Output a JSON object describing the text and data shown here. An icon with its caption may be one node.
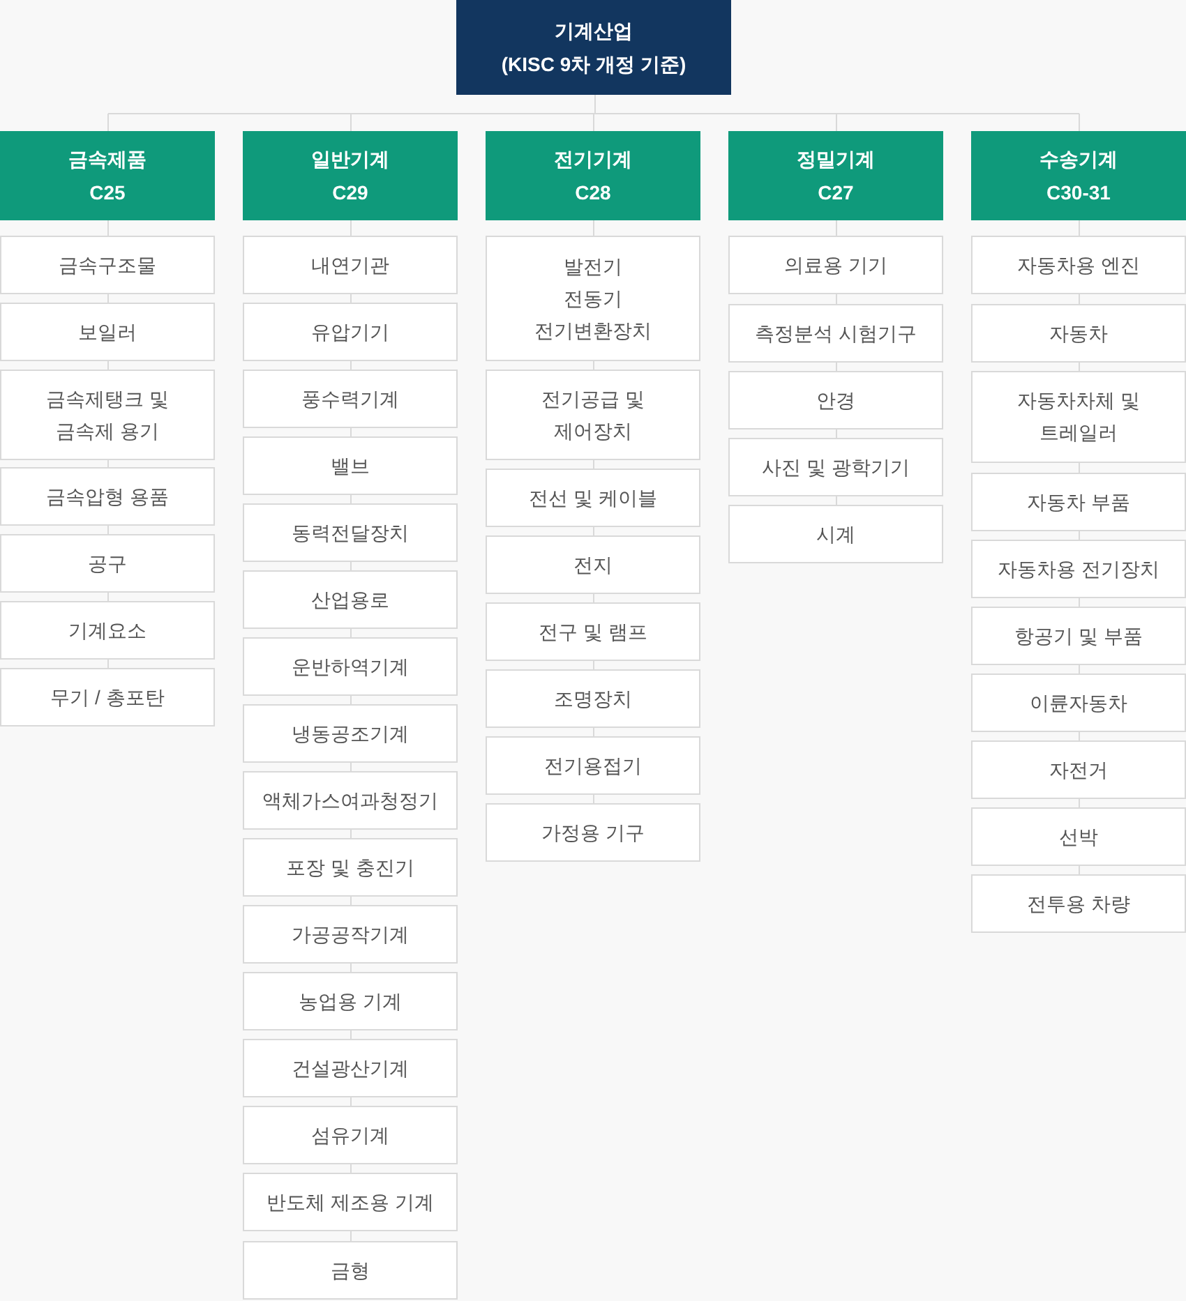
{
  "diagram": {
    "nodes": [
      {
        "text": [
          "기계산업",
          "(KISC 9차 개정 기준)"
        ]
      },
      {
        "text": [
          "금속제품",
          "C25"
        ]
      },
      {
        "text": [
          "금속구조물"
        ]
      },
      {
        "text": [
          "보일러"
        ]
      },
      {
        "text": [
          "금속제탱크 및 금속제 용기"
        ]
      },
      {
        "text": [
          "금속압형 용품"
        ]
      },
      {
        "text": [
          "공구"
        ]
      },
      {
        "text": [
          "기계요소"
        ]
      },
      {
        "text": [
          "무기 / 총포탄"
        ]
      },
      {
        "text": [
          "일반기계",
          "C29"
        ]
      },
      {
        "text": [
          "내연기관"
        ]
      },
      {
        "text": [
          "유압기기"
        ]
      },
      {
        "text": [
          "풍수력기계"
        ]
      },
      {
        "text": [
          "밸브"
        ]
      },
      {
        "text": [
          "동력전달장치"
        ]
      },
      {
        "text": [
          "산업용로"
        ]
      },
      {
        "text": [
          "운반하역기계"
        ]
      },
      {
        "text": [
          "냉동공조기계"
        ]
      },
      {
        "text": [
          "액체가스여과청정기"
        ]
      },
      {
        "text": [
          "포장 및 충진기"
        ]
      },
      {
        "text": [
          "가공공작기계"
        ]
      },
      {
        "text": [
          "농업용 기계"
        ]
      },
      {
        "text": [
          "건설광산기계"
        ]
      },
      {
        "text": [
          "섬유기계"
        ]
      },
      {
        "text": [
          "반도체 제조용 기계"
        ]
      },
      {
        "text": [
          "금형"
        ]
      },
      {
        "text": [
          "전기기계",
          "C28"
        ]
      },
      {
        "text": [
          "발전기",
          "전동기",
          "전기변환장치"
        ]
      },
      {
        "text": [
          "전기공급 및 제어장치"
        ]
      },
      {
        "text": [
          "전선 및 케이블"
        ]
      },
      {
        "text": [
          "전지"
        ]
      },
      {
        "text": [
          "전구 및 램프"
        ]
      },
      {
        "text": [
          "조명장치"
        ]
      },
      {
        "text": [
          "전기용접기"
        ]
      },
      {
        "text": [
          "가정용 기구"
        ]
      },
      {
        "text": [
          "정밀기계",
          "C27"
        ]
      },
      {
        "text": [
          "의료용 기기"
        ]
      },
      {
        "text": [
          "측정분석 시험기구"
        ]
      },
      {
        "text": [
          "안경"
        ]
      },
      {
        "text": [
          "사진 및 광학기기"
        ]
      },
      {
        "text": [
          "시계"
        ]
      },
      {
        "text": [
          "수송기계",
          "C30-31"
        ]
      },
      {
        "text": [
          "자동차용 엔진"
        ]
      },
      {
        "text": [
          "자동차"
        ]
      },
      {
        "text": [
          "자동차차체 및 트레일러"
        ]
      },
      {
        "text": [
          "자동차 부품"
        ]
      },
      {
        "text": [
          "자동차용 전기장치"
        ]
      },
      {
        "text": [
          "항공기 및 부품"
        ]
      },
      {
        "text": [
          "이륜자동차"
        ]
      },
      {
        "text": [
          "자전거"
        ]
      },
      {
        "text": [
          "선박"
        ]
      },
      {
        "text": [
          "전투용 차량"
        ]
      }
    ],
    "edges": [
      {
        "from": 0,
        "to": 1,
        "arrow": "none"
      },
      {
        "from": 0,
        "to": 9,
        "arrow": "none"
      },
      {
        "from": 0,
        "to": 26,
        "arrow": "none"
      },
      {
        "from": 0,
        "to": 35,
        "arrow": "none"
      },
      {
        "from": 0,
        "to": 41,
        "arrow": "none"
      },
      {
        "from": 1,
        "to": 2,
        "arrow": "none"
      },
      {
        "from": 2,
        "to": 3,
        "arrow": "none"
      },
      {
        "from": 3,
        "to": 4,
        "arrow": "none"
      },
      {
        "from": 4,
        "to": 5,
        "arrow": "none"
      },
      {
        "from": 5,
        "to": 6,
        "arrow": "none"
      },
      {
        "from": 6,
        "to": 7,
        "arrow": "none"
      },
      {
        "from": 7,
        "to": 8,
        "arrow": "none"
      },
      {
        "from": 9,
        "to": 10,
        "arrow": "none"
      },
      {
        "from": 10,
        "to": 11,
        "arrow": "none"
      },
      {
        "from": 11,
        "to": 12,
        "arrow": "none"
      },
      {
        "from": 12,
        "to": 13,
        "arrow": "none"
      },
      {
        "from": 13,
        "to": 14,
        "arrow": "none"
      },
      {
        "from": 14,
        "to": 15,
        "arrow": "none"
      },
      {
        "from": 15,
        "to": 16,
        "arrow": "none"
      },
      {
        "from": 16,
        "to": 17,
        "arrow": "none"
      },
      {
        "from": 17,
        "to": 18,
        "arrow": "none"
      },
      {
        "from": 18,
        "to": 19,
        "arrow": "none"
      },
      {
        "from": 19,
        "to": 20,
        "arrow": "none"
      },
      {
        "from": 20,
        "to": 21,
        "arrow": "none"
      },
      {
        "from": 21,
        "to": 22,
        "arrow": "none"
      },
      {
        "from": 22,
        "to": 23,
        "arrow": "none"
      },
      {
        "from": 23,
        "to": 24,
        "arrow": "none"
      },
      {
        "from": 24,
        "to": 25,
        "arrow": "none"
      },
      {
        "from": 26,
        "to": 27,
        "arrow": "none"
      },
      {
        "from": 27,
        "to": 28,
        "arrow": "none"
      },
      {
        "from": 28,
        "to": 29,
        "arrow": "none"
      },
      {
        "from": 29,
        "to": 30,
        "arrow": "none"
      },
      {
        "from": 30,
        "to": 31,
        "arrow": "none"
      },
      {
        "from": 31,
        "to": 32,
        "arrow": "none"
      },
      {
        "from": 32,
        "to": 33,
        "arrow": "none"
      },
      {
        "from": 33,
        "to": 34,
        "arrow": "none"
      },
      {
        "from": 35,
        "to": 36,
        "arrow": "none"
      },
      {
        "from": 36,
        "to": 37,
        "arrow": "none"
      },
      {
        "from": 37,
        "to": 38,
        "arrow": "none"
      },
      {
        "from": 38,
        "to": 39,
        "arrow": "none"
      },
      {
        "from": 39,
        "to": 40,
        "arrow": "none"
      },
      {
        "from": 41,
        "to": 42,
        "arrow": "none"
      },
      {
        "from": 42,
        "to": 43,
        "arrow": "none"
      },
      {
        "from": 43,
        "to": 44,
        "arrow": "none"
      },
      {
        "from": 44,
        "to": 45,
        "arrow": "none"
      },
      {
        "from": 45,
        "to": 46,
        "arrow": "none"
      },
      {
        "from": 46,
        "to": 47,
        "arrow": "none"
      },
      {
        "from": 47,
        "to": 48,
        "arrow": "none"
      },
      {
        "from": 48,
        "to": 49,
        "arrow": "none"
      },
      {
        "from": 49,
        "to": 50,
        "arrow": "none"
      },
      {
        "from": 50,
        "to": 51,
        "arrow": "none"
      }
    ]
  }
}
